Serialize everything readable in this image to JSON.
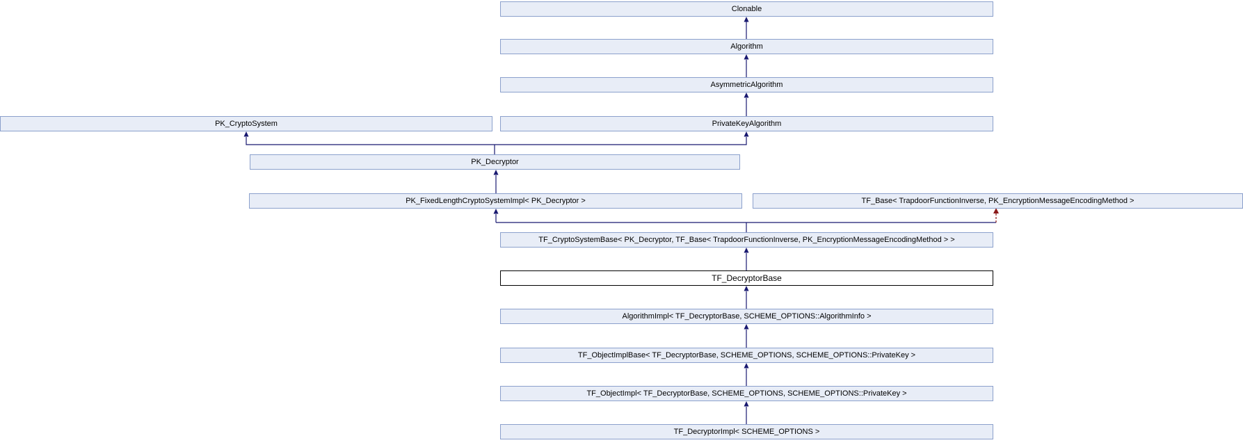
{
  "diagram": {
    "kind": "class-inheritance-diagram",
    "focus_node": "TF_DecryptorBase",
    "colors": {
      "node_fill": "#e8edf7",
      "node_border": "#8ba0cc",
      "focus_node_fill": "#ffffff",
      "focus_node_border": "#000000",
      "public_inheritance_arrow": "#191970",
      "private_inheritance_arrow": "#8b1a1a",
      "text": "#000000",
      "background": "#ffffff"
    },
    "nodes": [
      {
        "id": "clonable",
        "label": "Clonable"
      },
      {
        "id": "algorithm",
        "label": "Algorithm"
      },
      {
        "id": "asymmetricalgorithm",
        "label": "AsymmetricAlgorithm"
      },
      {
        "id": "pk_cryptosystem",
        "label": "PK_CryptoSystem"
      },
      {
        "id": "privatekeyalgorithm",
        "label": "PrivateKeyAlgorithm"
      },
      {
        "id": "pk_decryptor",
        "label": "PK_Decryptor"
      },
      {
        "id": "pk_fixedlengthcryptosystemimpl",
        "label": "PK_FixedLengthCryptoSystemImpl< PK_Decryptor >"
      },
      {
        "id": "tf_base",
        "label": "TF_Base< TrapdoorFunctionInverse, PK_EncryptionMessageEncodingMethod >"
      },
      {
        "id": "tf_cryptosystembase",
        "label": "TF_CryptoSystemBase< PK_Decryptor, TF_Base< TrapdoorFunctionInverse, PK_EncryptionMessageEncodingMethod > >"
      },
      {
        "id": "tf_decryptorbase",
        "label": "TF_DecryptorBase"
      },
      {
        "id": "algorithmimpl",
        "label": "AlgorithmImpl< TF_DecryptorBase, SCHEME_OPTIONS::AlgorithmInfo >"
      },
      {
        "id": "tf_objectimplbase",
        "label": "TF_ObjectImplBase< TF_DecryptorBase, SCHEME_OPTIONS, SCHEME_OPTIONS::PrivateKey >"
      },
      {
        "id": "tf_objectimpl",
        "label": "TF_ObjectImpl< TF_DecryptorBase, SCHEME_OPTIONS, SCHEME_OPTIONS::PrivateKey >"
      },
      {
        "id": "tf_decryptorimpl",
        "label": "TF_DecryptorImpl< SCHEME_OPTIONS >"
      }
    ],
    "edges": [
      {
        "from": "algorithm",
        "to": "clonable",
        "type": "public"
      },
      {
        "from": "asymmetricalgorithm",
        "to": "algorithm",
        "type": "public"
      },
      {
        "from": "privatekeyalgorithm",
        "to": "asymmetricalgorithm",
        "type": "public"
      },
      {
        "from": "pk_decryptor",
        "to": "pk_cryptosystem",
        "type": "public"
      },
      {
        "from": "pk_decryptor",
        "to": "privatekeyalgorithm",
        "type": "public"
      },
      {
        "from": "pk_fixedlengthcryptosystemimpl",
        "to": "pk_decryptor",
        "type": "public"
      },
      {
        "from": "tf_cryptosystembase",
        "to": "pk_fixedlengthcryptosystemimpl",
        "type": "public"
      },
      {
        "from": "tf_cryptosystembase",
        "to": "tf_base",
        "type": "private"
      },
      {
        "from": "tf_decryptorbase",
        "to": "tf_cryptosystembase",
        "type": "public"
      },
      {
        "from": "algorithmimpl",
        "to": "tf_decryptorbase",
        "type": "public"
      },
      {
        "from": "tf_objectimplbase",
        "to": "algorithmimpl",
        "type": "public"
      },
      {
        "from": "tf_objectimpl",
        "to": "tf_objectimplbase",
        "type": "public"
      },
      {
        "from": "tf_decryptorimpl",
        "to": "tf_objectimpl",
        "type": "public"
      }
    ]
  }
}
